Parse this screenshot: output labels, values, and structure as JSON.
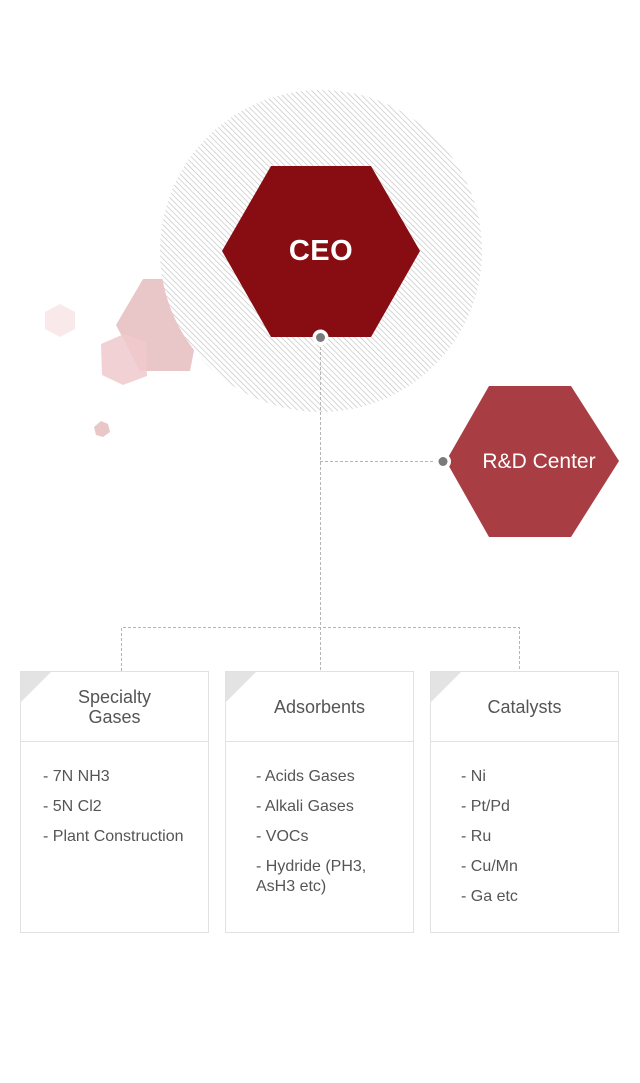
{
  "org_chart": {
    "ceo": {
      "label": "CEO",
      "color": "#880d12"
    },
    "rd_center": {
      "label": "R&D Center",
      "color": "#a83e44"
    },
    "divisions": [
      {
        "title": "Specialty Gases",
        "items": [
          "- 7N NH3",
          "- 5N Cl2",
          "- Plant Construction"
        ]
      },
      {
        "title": "Adsorbents",
        "items": [
          "- Acids Gases",
          "- Alkali Gases",
          "- VOCs",
          "- Hydride (PH3, AsH3 etc)"
        ]
      },
      {
        "title": "Catalysts",
        "items": [
          "- Ni",
          "- Pt/Pd",
          "- Ru",
          "- Cu/Mn",
          "- Ga etc"
        ]
      }
    ]
  }
}
